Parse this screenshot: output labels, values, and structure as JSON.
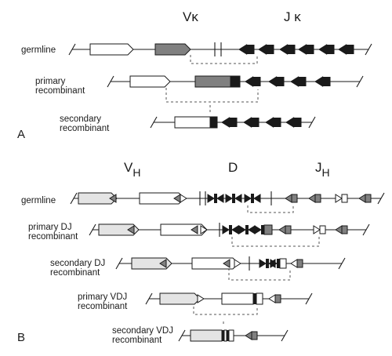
{
  "panel_a": {
    "letter": "A",
    "headers": {
      "v": "Vκ",
      "j": "J κ"
    },
    "rows": [
      {
        "label": "germline"
      },
      {
        "label_line1": "primary",
        "label_line2": "recombinant"
      },
      {
        "label_line1": "secondary",
        "label_line2": "recombinant"
      }
    ]
  },
  "panel_b": {
    "letter": "B",
    "headers": {
      "v_main": "V",
      "v_sub": "H",
      "d": "D",
      "j_main": "J",
      "j_sub": "H"
    },
    "rows": [
      {
        "label": "germline"
      },
      {
        "label_line1": "primary DJ",
        "label_line2": "recombinant"
      },
      {
        "label_line1": "secondary DJ",
        "label_line2": "recombinant"
      },
      {
        "label_line1": "primary VDJ",
        "label_line2": "recombinant"
      },
      {
        "label_line1": "secondary VDJ",
        "label_line2": "recombinant"
      }
    ]
  },
  "colors": {
    "line": "#1a1a1a",
    "gene_dark": "#808080",
    "gene_light": "#e4e4e4",
    "gene_white": "#ffffff",
    "dashed": "#555555"
  }
}
